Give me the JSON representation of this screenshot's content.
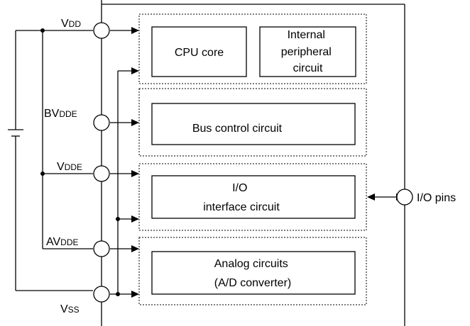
{
  "pins": {
    "vdd": {
      "main": "V",
      "sub": "DD"
    },
    "bvdde": {
      "main": "BV",
      "sub": "DDE"
    },
    "vdde": {
      "main": "V",
      "sub": "DDE"
    },
    "avdde": {
      "main": "AV",
      "sub": "DDE"
    },
    "vss": {
      "main": "V",
      "sub": "SS"
    }
  },
  "blocks": {
    "cpu_core": [
      "CPU core"
    ],
    "internal_peripheral": [
      "Internal",
      "peripheral",
      "circuit"
    ],
    "bus_control": [
      "Bus control circuit"
    ],
    "io_interface": [
      "I/O",
      "interface circuit"
    ],
    "analog": [
      "Analog circuits",
      "(A/D converter)"
    ]
  },
  "io_pins_label": "I/O pins"
}
